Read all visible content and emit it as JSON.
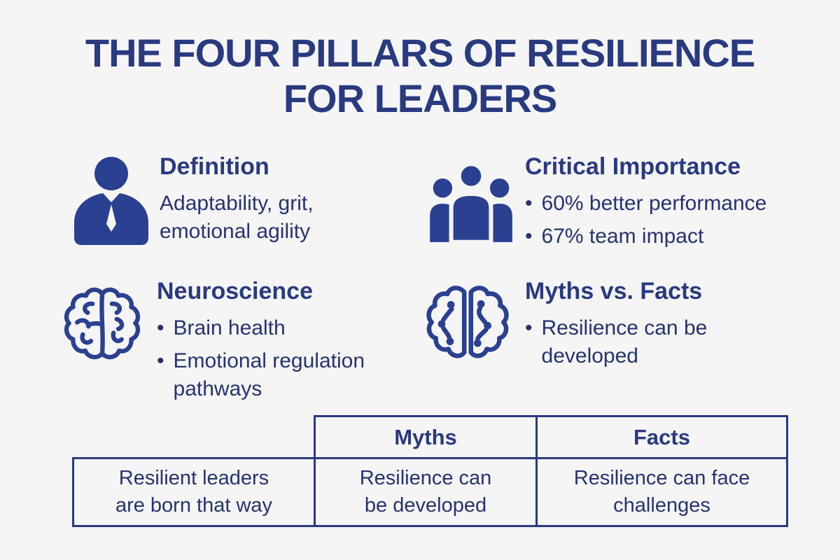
{
  "colors": {
    "background": "#f5f5f6",
    "navy_text": "#2a3a80",
    "icon_navy": "#2b4090"
  },
  "title": {
    "line1": "THE FOUR PILLARS OF RESILIENCE",
    "line2": "FOR LEADERS"
  },
  "ui": {
    "bullet": "•"
  },
  "pillars": [
    {
      "heading": "Definition",
      "icon": "businessman-icon",
      "text": "Adaptability, grit, emotional agility"
    },
    {
      "heading": "Critical Importance",
      "icon": "people-group-icon",
      "bullets": [
        "60% better performance",
        "67% team impact"
      ]
    },
    {
      "heading": "Neuroscience",
      "icon": "brain-outline-icon",
      "bullets": [
        "Brain health",
        "Emotional regulation pathways"
      ]
    },
    {
      "heading": "Myths vs. Facts",
      "icon": "neural-brain-icon",
      "bullets": [
        "Resilience can be developed"
      ]
    }
  ],
  "table": {
    "headers": [
      "",
      "Myths",
      "Facts"
    ],
    "rows": [
      [
        "Resilient leaders are born that way",
        "Resilience can be developed",
        "Resilience can face challenges"
      ]
    ]
  }
}
